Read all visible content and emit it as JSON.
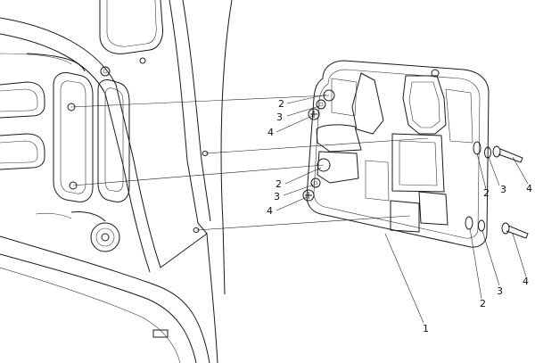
{
  "diagram": {
    "callouts": [
      {
        "id": "c1",
        "text": "1"
      },
      {
        "id": "c2a",
        "text": "2"
      },
      {
        "id": "c3a",
        "text": "3"
      },
      {
        "id": "c4a",
        "text": "4"
      },
      {
        "id": "c2b",
        "text": "2"
      },
      {
        "id": "c3b",
        "text": "3"
      },
      {
        "id": "c4b",
        "text": "4"
      },
      {
        "id": "c2c",
        "text": "2"
      },
      {
        "id": "c3c",
        "text": "3"
      },
      {
        "id": "c4c",
        "text": "4"
      },
      {
        "id": "c2d",
        "text": "2"
      },
      {
        "id": "c3d",
        "text": "3"
      },
      {
        "id": "c4d",
        "text": "4"
      }
    ]
  }
}
